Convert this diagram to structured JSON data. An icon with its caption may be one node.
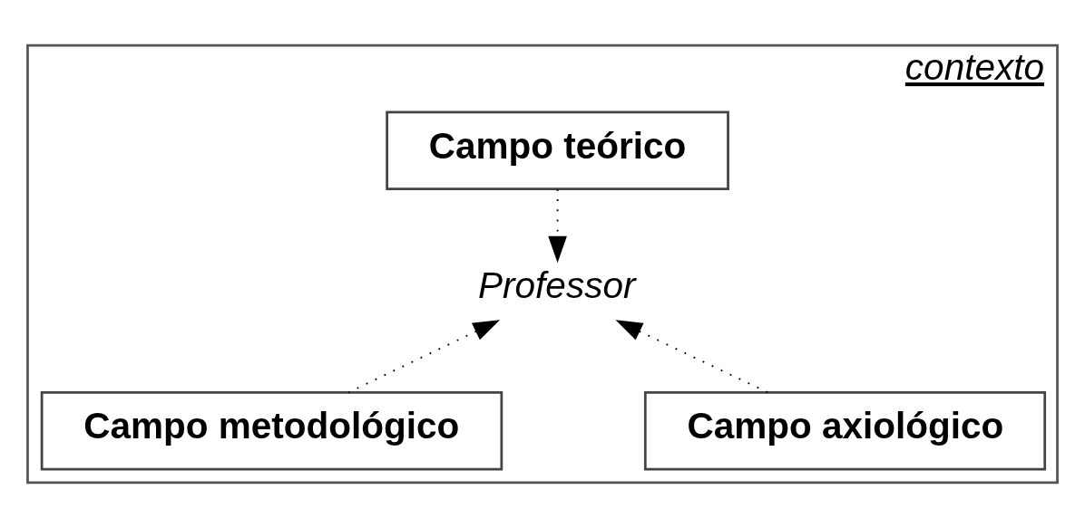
{
  "diagram": {
    "nodes": [
      {
        "text": [
          "contexto"
        ]
      },
      {
        "text": [
          "Campo teórico"
        ],
        "in": 0
      },
      {
        "text": [
          "Professor"
        ],
        "in": 0
      },
      {
        "text": [
          "Campo metodológico"
        ],
        "in": 0
      },
      {
        "text": [
          "Campo axiológico"
        ],
        "in": 0
      }
    ],
    "edges": [
      {
        "from": 1,
        "to": 2,
        "arrow": "to",
        "style": "dashed"
      },
      {
        "from": 3,
        "to": 2,
        "arrow": "to",
        "style": "dashed"
      },
      {
        "from": 4,
        "to": 2,
        "arrow": "to",
        "style": "dashed"
      }
    ]
  }
}
